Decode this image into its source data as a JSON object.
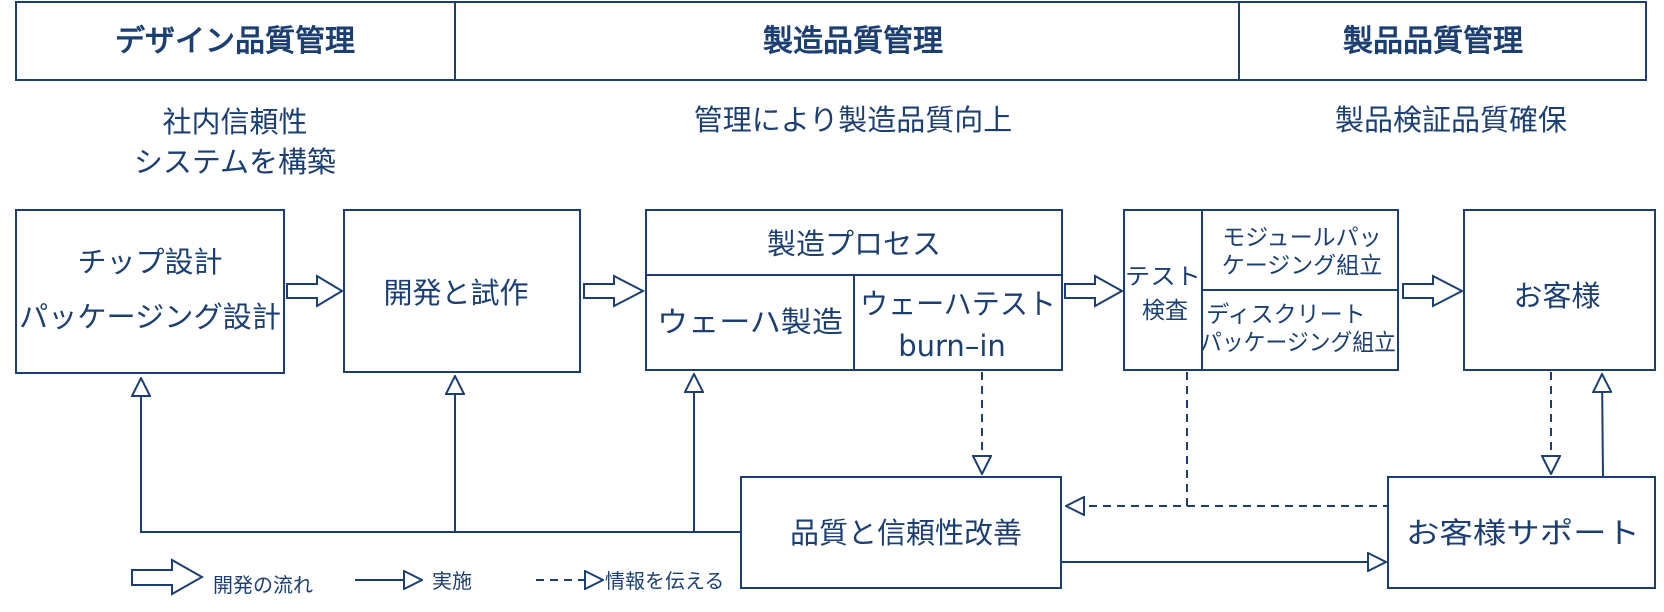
{
  "colors": {
    "line": "#1c3f73",
    "background": "#ffffff"
  },
  "phases": [
    {
      "title": "デザイン品質管理",
      "description": [
        "社内信頼性",
        "システムを構築"
      ]
    },
    {
      "title": "製造品質管理",
      "description": [
        "管理により製造品質向上"
      ]
    },
    {
      "title": "製品品質管理",
      "description": [
        "製品検証品質確保"
      ]
    }
  ],
  "nodes": {
    "chip_design": [
      "チップ設計",
      "パッケージング設計"
    ],
    "prototype": "開発と試作",
    "process": {
      "title": "製造プロセス",
      "wafer_mfg": "ウェーハ製造",
      "wafer_test": [
        "ウェーハテスト",
        "burn–in"
      ]
    },
    "test_inspection": [
      "テスト",
      "検査"
    ],
    "module_pkg": [
      "モジュールパッ",
      "ケージング組立"
    ],
    "discrete_pkg": [
      "ディスクリート",
      "パッケージング組立"
    ],
    "customer": "お客様",
    "quality_improvement": "品質と信頼性改善",
    "customer_support": "お客様サポート"
  },
  "legend": {
    "flow": "開発の流れ",
    "implement": "実施",
    "inform": "情報を伝える"
  }
}
